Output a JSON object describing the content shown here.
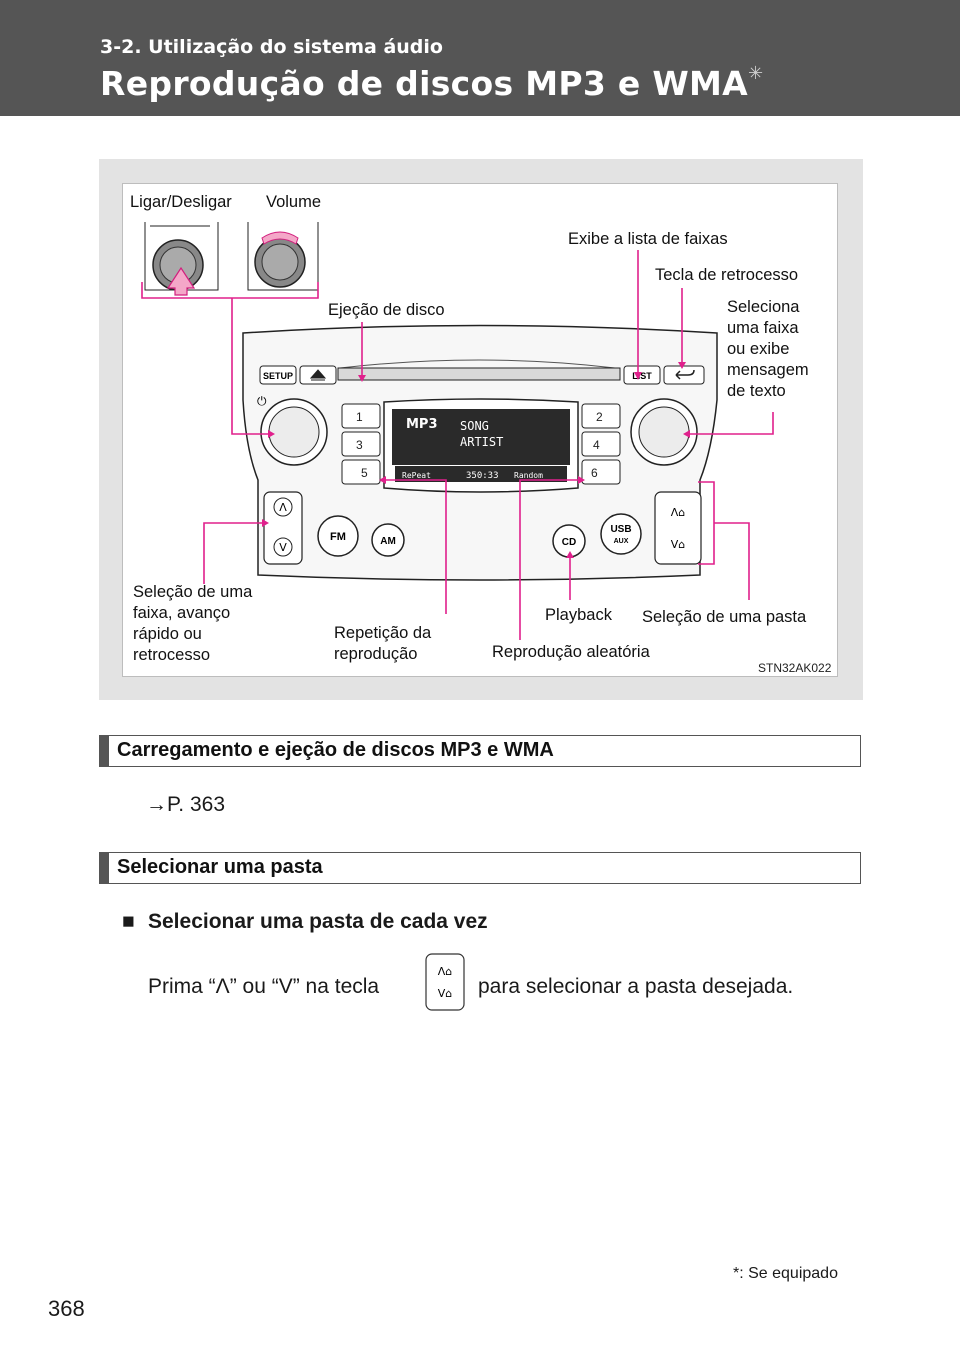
{
  "header": {
    "section": "3-2. Utilização do sistema áudio",
    "title": "Reprodução de discos MP3 e WMA",
    "title_mark": "✳"
  },
  "figure": {
    "labels": {
      "power": "Ligar/Desligar",
      "volume": "Volume",
      "track_list": "Exibe a lista de faixas",
      "back_key": "Tecla de retrocesso",
      "eject": "Ejeção de disco",
      "select_track": "Seleciona\numa faixa\nou exibe\nmensagem\nde texto",
      "track_seek": "Seleção de uma\nfaixa, avanço\nrápido ou\nretrocesso",
      "repeat": "Repetição da\nreprodução",
      "playback": "Playback",
      "folder_select": "Seleção de uma pasta",
      "random": "Reprodução aleatória"
    },
    "code": "STN32AK022",
    "unit": {
      "setup": "SETUP",
      "list": "LIST",
      "fm": "FM",
      "am": "AM",
      "cd": "CD",
      "usb": "USB",
      "aux": "AUX",
      "preset": [
        "1",
        "2",
        "3",
        "4",
        "5",
        "6"
      ],
      "display_song": "SONG",
      "display_artist": "ARTIST",
      "display_repeat": "RePeat",
      "display_time": "350:33",
      "display_random": "Random",
      "display_mp3": "MP3"
    }
  },
  "sections": [
    {
      "heading": "Carregamento e ejeção de discos MP3 e WMA",
      "text": "→P. 363"
    },
    {
      "heading": "Selecionar uma pasta"
    }
  ],
  "subsection": {
    "bullet": "■",
    "title": "Selecionar uma pasta de cada vez",
    "text_before": "Prima “Λ” ou “V” na tecla",
    "text_after": "para selecionar a pasta desejada."
  },
  "footnote": "*: Se equipado",
  "page_number": "368",
  "colors": {
    "header_bg": "#555555",
    "leader": "#e0208c",
    "figure_bg": "#e3e3e3"
  }
}
